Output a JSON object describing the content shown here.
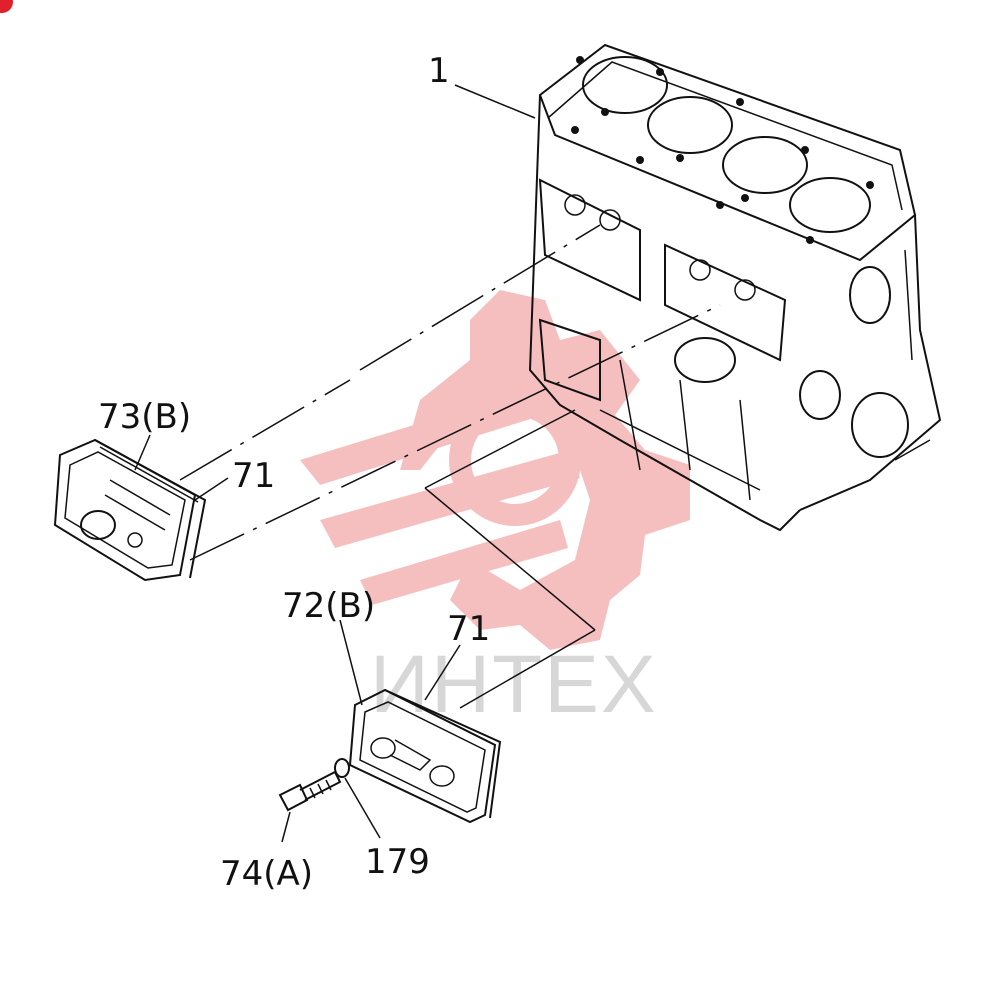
{
  "watermark": {
    "text": "ИНТЕХ",
    "color": "#f2a8a8"
  },
  "labels": {
    "block": "1",
    "cover_b": "73(B)",
    "gasket_upper": "71",
    "plate_b": "72(B)",
    "gasket_lower": "71",
    "bolt": "74(A)",
    "washer": "179"
  },
  "icons": {
    "corner": "red-dot-icon"
  }
}
